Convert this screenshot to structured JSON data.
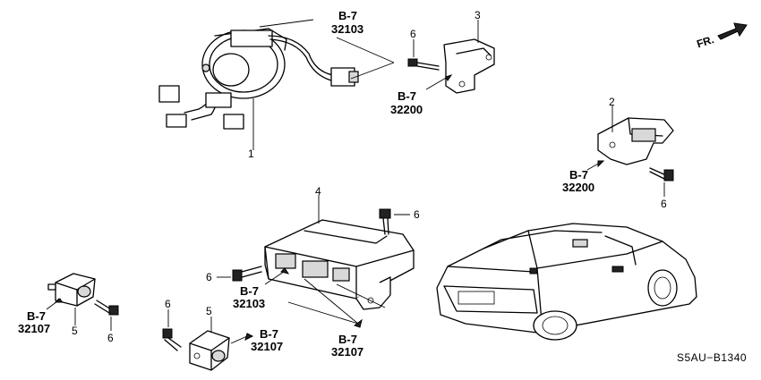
{
  "diagram": {
    "part_numbers": {
      "p1": "1",
      "p2": "2",
      "p3": "3",
      "p4": "4",
      "p5a": "5",
      "p5b": "5",
      "p6a": "6",
      "p6b": "6",
      "p6c": "6",
      "p6d": "6",
      "p6e": "6",
      "p6f": "6"
    },
    "refs": {
      "r1": {
        "page": "B-7",
        "code": "32103"
      },
      "r2": {
        "page": "B-7",
        "code": "32200"
      },
      "r3": {
        "page": "B-7",
        "code": "32200"
      },
      "r4": {
        "page": "B-7",
        "code": "32103"
      },
      "r5": {
        "page": "B-7",
        "code": "32107"
      },
      "r6": {
        "page": "B-7",
        "code": "32107"
      },
      "r7": {
        "page": "B-7",
        "code": "32107"
      }
    },
    "front_indicator": "FR.",
    "diagram_code": "S5AU−B1340"
  }
}
